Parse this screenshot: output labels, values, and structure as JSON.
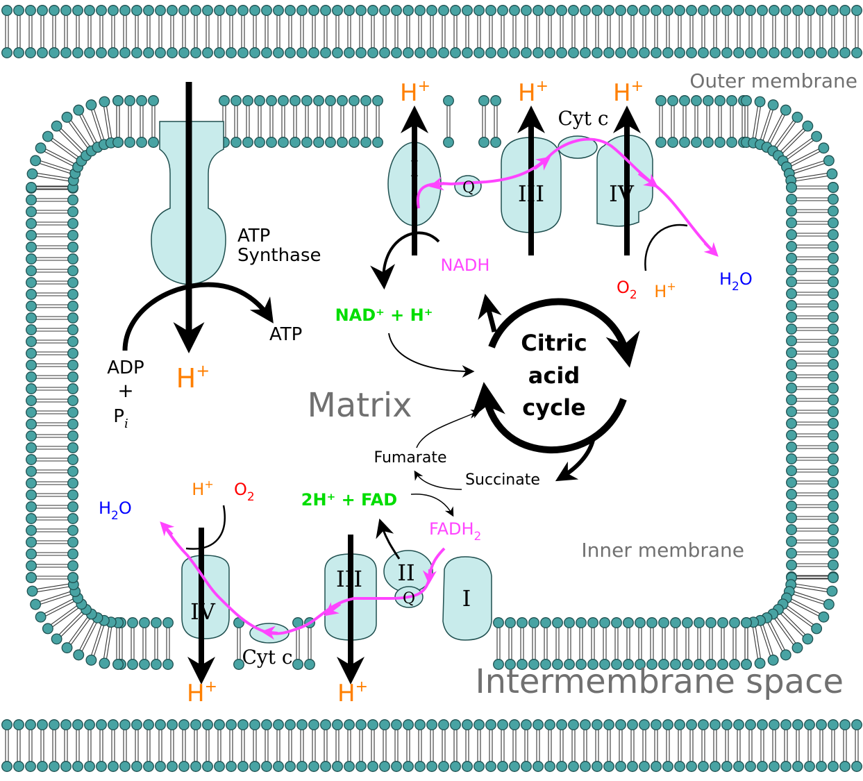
{
  "colors": {
    "membrane_head": "#48a3a3",
    "membrane_head_stroke": "#1f4f4f",
    "protein_fill": "#c8ebeb",
    "electron_path": "#ff44ff",
    "proton": "#ff7f00",
    "oxygen": "#ff0000",
    "water": "#0000ff",
    "nad": "#00dd00",
    "nadh": "#ff44ff",
    "region_label": "#707070"
  },
  "labels": {
    "outer_membrane": "Outer membrane",
    "inner_membrane": "Inner membrane",
    "intermembrane_space": "Intermembrane space",
    "matrix": "Matrix",
    "atp_synthase_1": "ATP",
    "atp_synthase_2": "Synthase",
    "atp": "ATP",
    "adp": "ADP",
    "plus": "+",
    "pi_base": "P",
    "pi_sub": "i",
    "cycle_1": "Citric",
    "cycle_2": "acid",
    "cycle_3": "cycle",
    "fumarate": "Fumarate",
    "succinate": "Succinate",
    "nadh": "NADH",
    "nad_plus_h": "NAD⁺ + H⁺",
    "fad": "2H⁺ + FAD",
    "fadh2_base": "FADH",
    "fadh2_sub": "2",
    "h_base": "H",
    "h_sup": "+",
    "o2_base": "O",
    "o2_sub": "2",
    "h2o_a": "H",
    "h2o_sub": "2",
    "h2o_b": "O",
    "cyt_c": "Cyt c",
    "q": "Q"
  },
  "complexes": {
    "I": "I",
    "II": "II",
    "III": "III",
    "IV": "IV"
  },
  "icons": [
    "phospholipid-bilayer",
    "arrow-icon",
    "protein-complex"
  ]
}
